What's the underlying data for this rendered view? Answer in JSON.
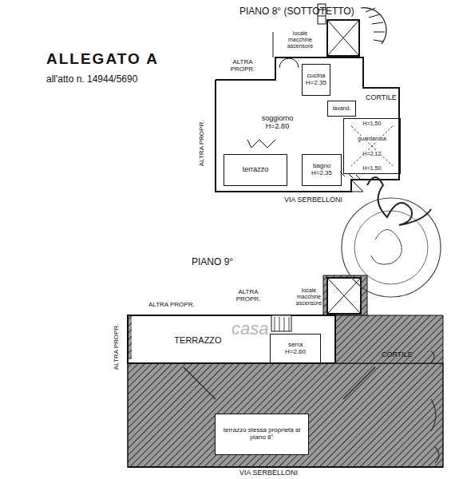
{
  "diagram": {
    "nodes": [
      {
        "text": [
          "locale macchine ascensore"
        ]
      },
      {
        "text": [
          "cucina",
          "H=2.35"
        ]
      },
      {
        "text": [
          "lavand."
        ]
      },
      {
        "text": [
          "soggiorno",
          "H=2.80"
        ]
      },
      {
        "text": [
          "H=1.50",
          "guardaroba",
          "H=2.12",
          "H=1.50"
        ]
      },
      {
        "text": [
          "terrazzo"
        ]
      },
      {
        "text": [
          "bagno",
          "H=2.35"
        ]
      },
      {
        "text": [
          "locale macchine ascensore"
        ]
      },
      {
        "text": [
          "TERRAZZO"
        ]
      },
      {
        "text": [
          "serra",
          "H=2.60"
        ]
      },
      {
        "text": [
          "terrazzo stessa proprietà al piano 8°"
        ]
      }
    ],
    "edges": [],
    "labels": [
      "PIANO 8° (SOTTOTETTO)",
      "ALLEGATO A",
      "all'atto n. 14944/5690",
      "ALTRA PROPR.",
      "ALTRA PROPR.",
      "CORTILE",
      "VIA SERBELLONI",
      "PIANO 9°",
      "ALTRA PROPR.",
      "ALTRA PROPR.",
      "ALTRA PROPR.",
      "CORTILE",
      "VIA SERBELLONI",
      "casa"
    ]
  }
}
